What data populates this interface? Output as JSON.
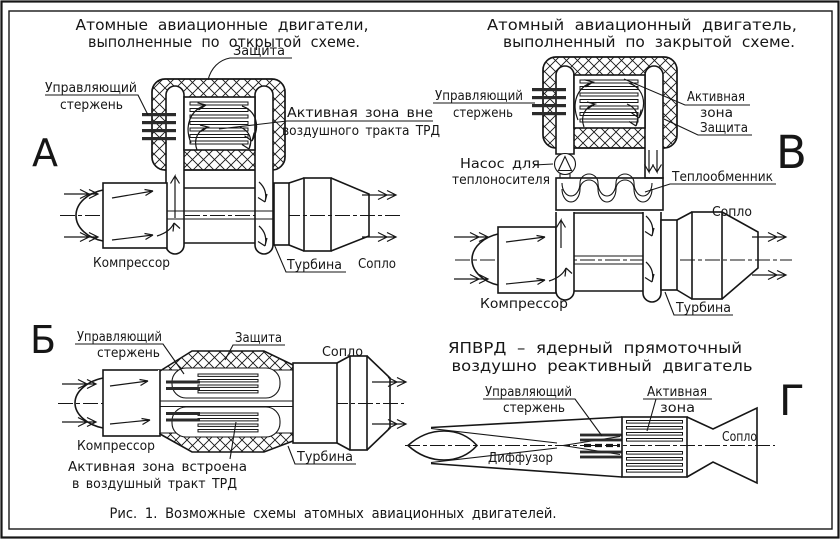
{
  "caption": "Рис. 1. Возможные схемы атомных авиационных двигателей.",
  "scheme_a": {
    "letter": "А",
    "title1": "Атомные авиационные двигатели,",
    "title2": "выполненные по открытой схеме.",
    "shield": "Защита",
    "rod1": "Управляющий",
    "rod2": "стержень",
    "core1": "Активная зона вне",
    "core2": "воздушного тракта ТРД",
    "compressor": "Компрессор",
    "turbine": "Турбина",
    "nozzle": "Сопло"
  },
  "scheme_b": {
    "letter": "Б",
    "rod1": "Управляющий",
    "rod2": "стержень",
    "shield": "Защита",
    "nozzle": "Сопло",
    "compressor": "Компрессор",
    "turbine": "Турбина",
    "core1": "Активная зона встроена",
    "core2": "в воздушный тракт ТРД"
  },
  "scheme_v": {
    "letter": "В",
    "title1": "Атомный авиационный двигатель,",
    "title2": "выполненный по закрытой схеме.",
    "rod1": "Управляющий",
    "rod2": "стержень",
    "core1": "Активная",
    "core2": "зона",
    "shield": "Защита",
    "pump1": "Насос для",
    "pump2": "теплоносителя",
    "heat_exchanger": "Теплообменник",
    "nozzle": "Сопло",
    "compressor": "Компрессор",
    "turbine": "Турбина"
  },
  "scheme_g": {
    "letter": "Г",
    "title1": "ЯПВРД – ядерный прямоточный",
    "title2": "воздушно реактивный двигатель",
    "rod1": "Управляющий",
    "rod2": "стержень",
    "core1": "Активная",
    "core2": "зона",
    "diffuser": "Диффузор",
    "nozzle": "Сопло"
  }
}
